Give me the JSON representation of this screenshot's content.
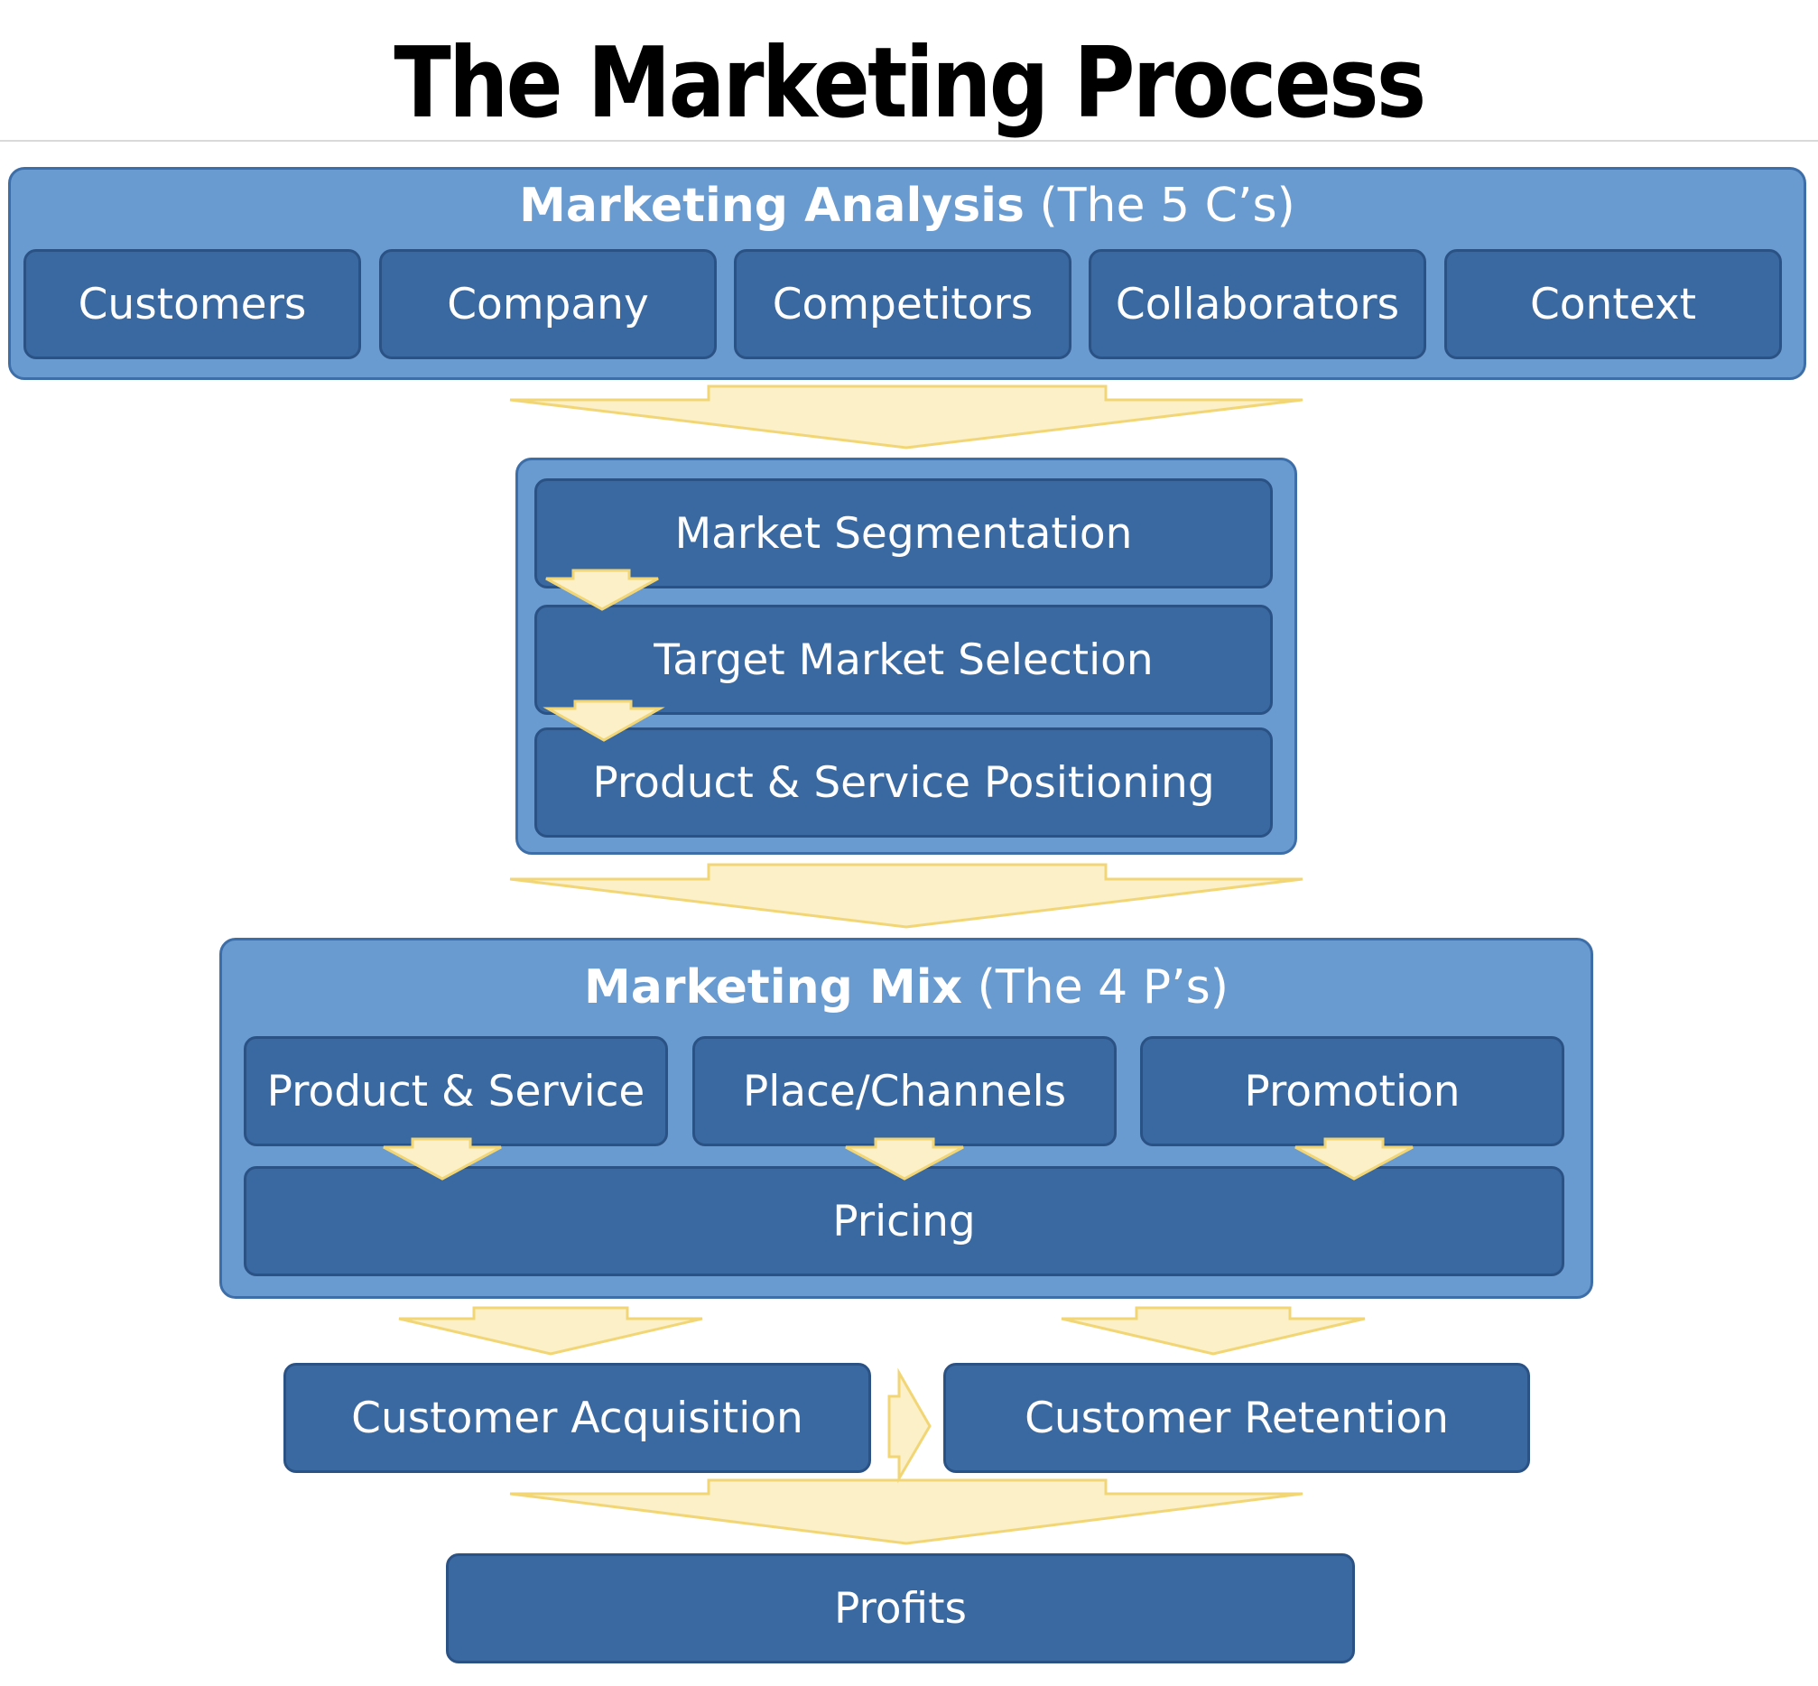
{
  "title": "The Marketing Process",
  "analysis": {
    "title_bold": "Marketing Analysis",
    "title_rest": " (The 5 C’s)",
    "items": [
      "Customers",
      "Company",
      "Competitors",
      "Collaborators",
      "Context"
    ]
  },
  "stp": {
    "items": [
      "Market Segmentation",
      "Target Market Selection",
      "Product & Service Positioning"
    ]
  },
  "mix": {
    "title_bold": "Marketing Mix",
    "title_rest": " (The 4 P’s)",
    "items": [
      "Product & Service",
      "Place/Channels",
      "Promotion"
    ],
    "pricing": "Pricing"
  },
  "outcomes": {
    "acquisition": "Customer Acquisition",
    "retention": "Customer Retention",
    "profits": "Profits"
  },
  "colors": {
    "panel": "#6a9bd0",
    "box": "#3a69a2",
    "arrow_fill": "#fbf0c8",
    "arrow_stroke": "#f2d676"
  }
}
